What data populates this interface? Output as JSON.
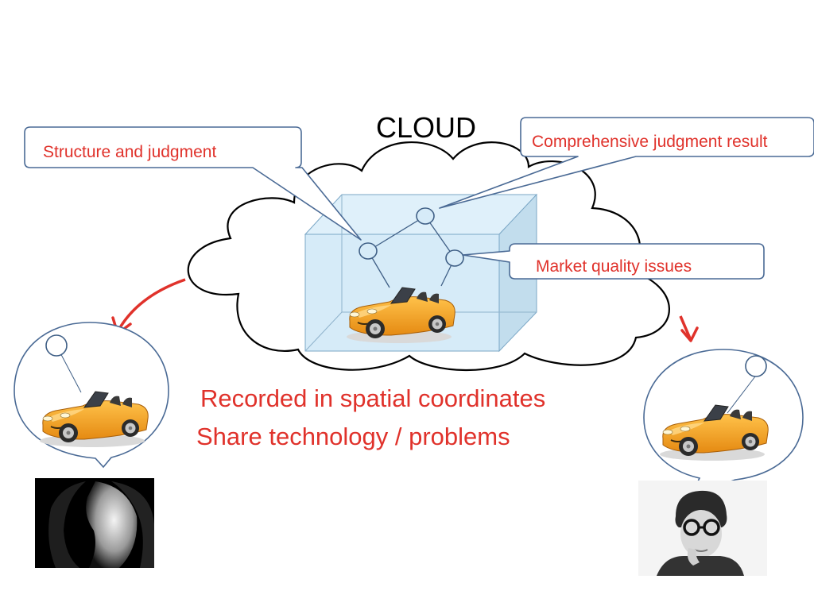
{
  "title": "CLOUD",
  "callouts": {
    "structure": "Structure and judgment",
    "comprehensive": "Comprehensive judgment result",
    "market": "Market quality issues"
  },
  "statements": [
    "Recorded in spatial coordinates",
    "Share technology / problems"
  ],
  "colors": {
    "accent_red": "#e0322b",
    "callout_border": "#4a6a95",
    "cube_fill": "#cfe8f7",
    "cube_edge": "#7ba7c6",
    "car_body": "#f2a423"
  }
}
